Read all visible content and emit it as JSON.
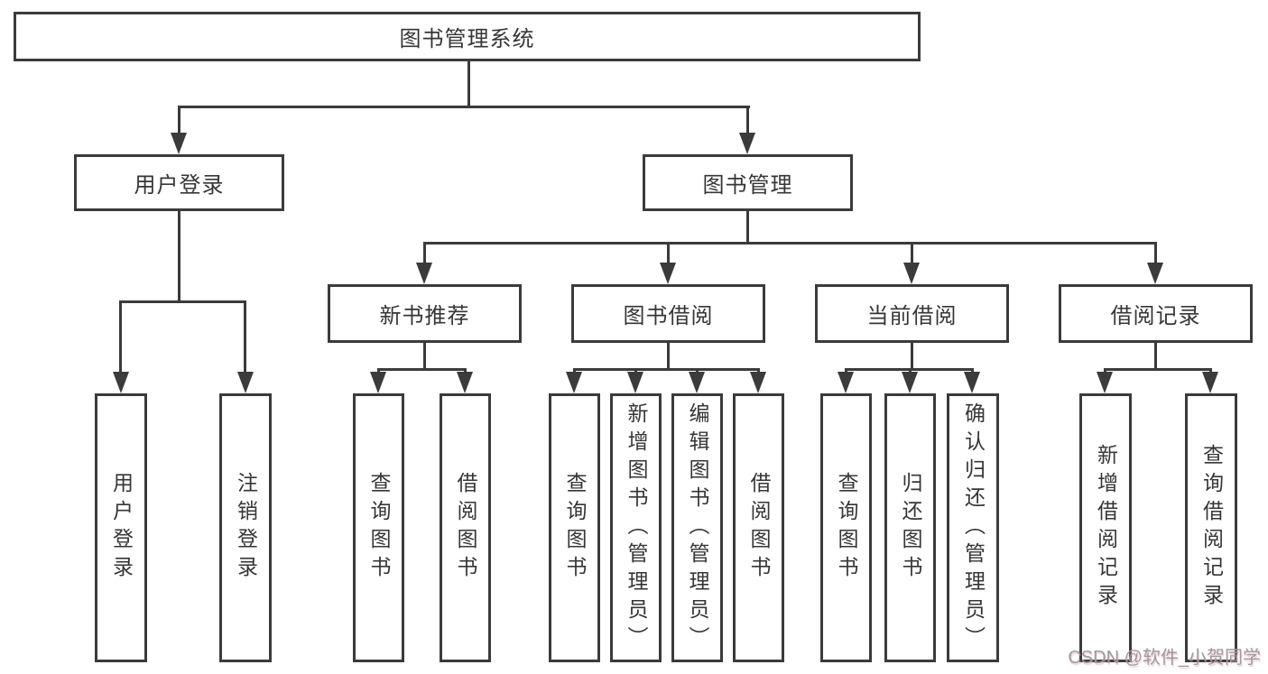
{
  "diagram_type": "hierarchy-tree",
  "tree": {
    "label": "图书管理系统",
    "children": [
      {
        "label": "用户登录",
        "children": [
          {
            "label": "用户登录"
          },
          {
            "label": "注销登录"
          }
        ]
      },
      {
        "label": "图书管理",
        "children": [
          {
            "label": "新书推荐",
            "children": [
              {
                "label": "查询图书"
              },
              {
                "label": "借阅图书"
              }
            ]
          },
          {
            "label": "图书借阅",
            "children": [
              {
                "label": "查询图书"
              },
              {
                "label": "新增图书（管理员）"
              },
              {
                "label": "编辑图书（管理员）"
              },
              {
                "label": "借阅图书"
              }
            ]
          },
          {
            "label": "当前借阅",
            "children": [
              {
                "label": "查询图书"
              },
              {
                "label": "归还图书"
              },
              {
                "label": "确认归还（管理员）"
              }
            ]
          },
          {
            "label": "借阅记录",
            "children": [
              {
                "label": "新增借阅记录"
              },
              {
                "label": "查询借阅记录"
              }
            ]
          }
        ]
      }
    ]
  },
  "watermark": {
    "text": "CSDN @软件_小贺同学"
  },
  "colors": {
    "line": "#3b3b3b",
    "text": "#363636",
    "background": "#ffffff",
    "watermark": "#9a9aa2",
    "watermark_shadow": "#ebaaaa"
  }
}
